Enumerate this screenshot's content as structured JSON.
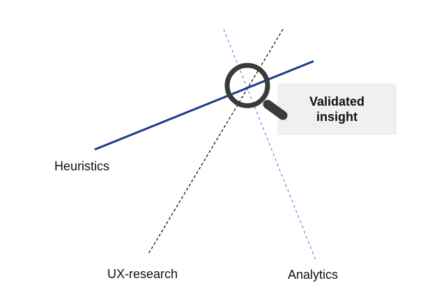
{
  "diagram": {
    "title_hidden": null,
    "lines": [
      {
        "id": "heuristics",
        "label": "Heuristics",
        "style": "solid",
        "color": "#1a3a8a"
      },
      {
        "id": "ux-research",
        "label": "UX-research",
        "style": "dashed",
        "color": "#111111"
      },
      {
        "id": "analytics",
        "label": "Analytics",
        "style": "dashed",
        "color": "#5b8ee6"
      }
    ],
    "insight": {
      "text": "Validated\ninsight",
      "box_color": "#f0f0f0"
    },
    "magnifier": {
      "icon": "magnifier-icon",
      "color": "#3a3a3a"
    }
  }
}
